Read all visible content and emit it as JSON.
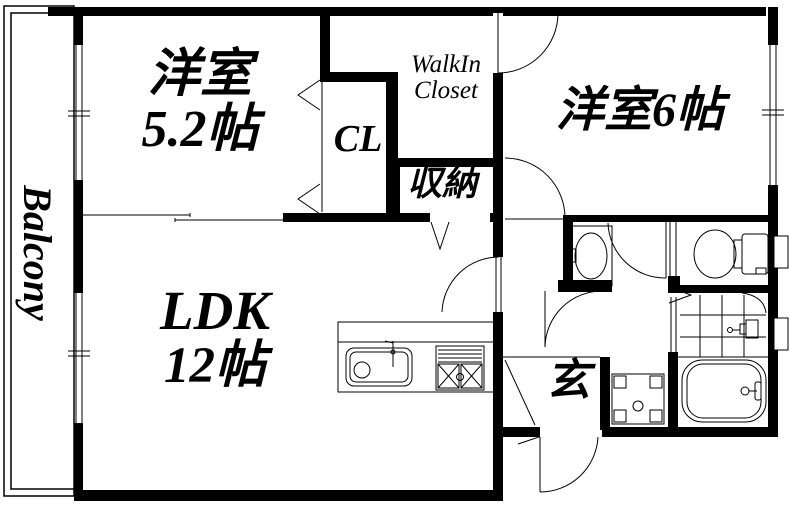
{
  "colors": {
    "wall": "#000000",
    "background": "#ffffff",
    "line": "#000000"
  },
  "balcony": {
    "label": "Balcony"
  },
  "rooms": {
    "bedroom_small": {
      "line1": "洋室",
      "line2": "5.2帖"
    },
    "closet": {
      "label": "CL"
    },
    "walk_in_closet": {
      "line1": "WalkIn",
      "line2": "Closet"
    },
    "storage": {
      "label": "収納"
    },
    "bedroom_large": {
      "label": "洋室6帖"
    },
    "ldk": {
      "line1": "LDK",
      "line2": "12帖"
    },
    "entrance": {
      "label": "玄"
    }
  }
}
